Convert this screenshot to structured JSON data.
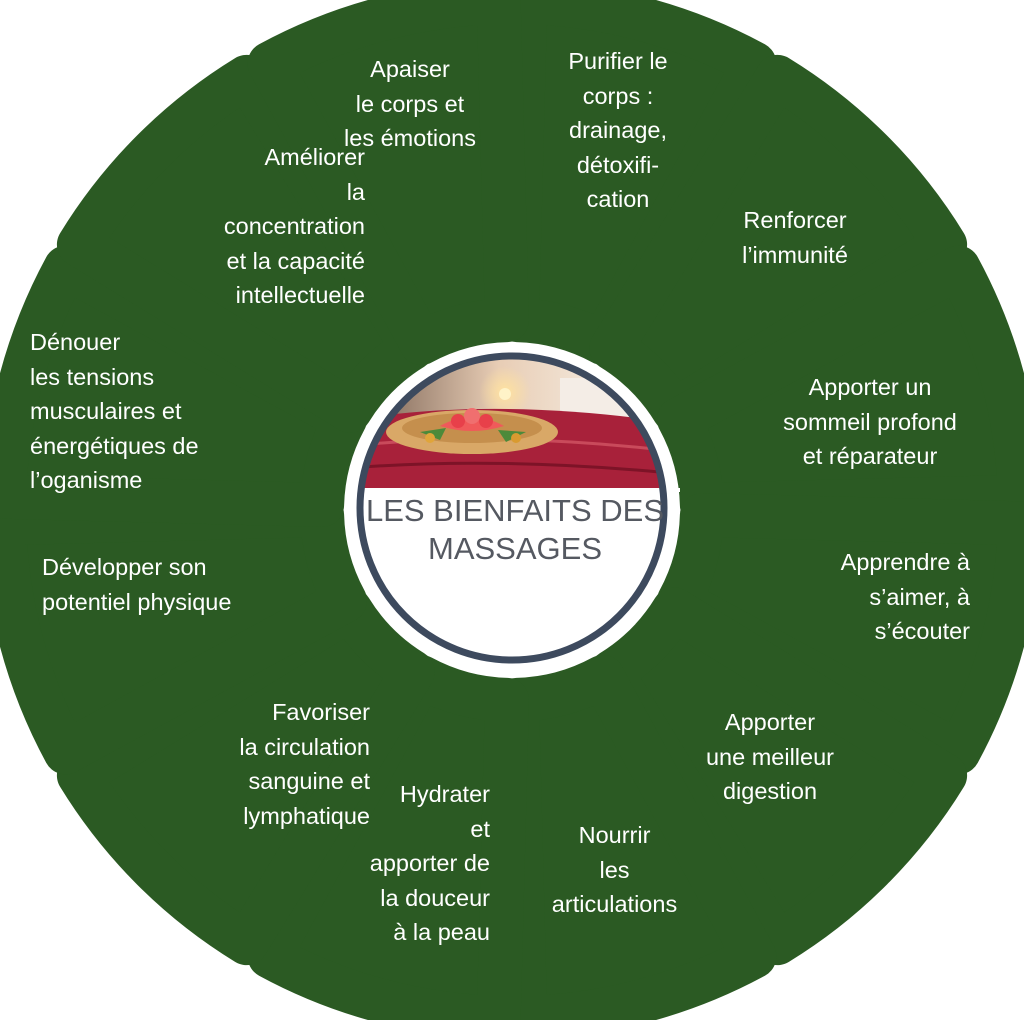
{
  "title": {
    "line1": "LES BIENFAITS DES",
    "line2": "MASSAGES"
  },
  "colors": {
    "petal": "#2b5a23",
    "ring": "#3d4a5e",
    "title_text": "#555961",
    "petal_text": "#ffffff"
  },
  "benefits": [
    {
      "lines": [
        "Apaiser",
        "le corps et",
        "les émotions"
      ]
    },
    {
      "lines": [
        "Purifier le",
        "corps :",
        "drainage,",
        "détoxifi-",
        "cation"
      ]
    },
    {
      "lines": [
        "Renforcer",
        "l’immunité"
      ]
    },
    {
      "lines": [
        "Apporter un",
        "sommeil profond",
        "et réparateur"
      ]
    },
    {
      "lines": [
        "Apprendre à",
        "s’aimer, à",
        "s’écouter"
      ]
    },
    {
      "lines": [
        "Apporter",
        "une meilleur",
        "digestion"
      ]
    },
    {
      "lines": [
        "Nourrir",
        "les",
        "articulations"
      ]
    },
    {
      "lines": [
        "Hydrater",
        "et",
        "apporter de",
        "la douceur",
        "à la peau"
      ]
    },
    {
      "lines": [
        "Favoriser",
        "la circulation",
        "sanguine et",
        "lymphatique"
      ]
    },
    {
      "lines": [
        "Développer son",
        "potentiel physique"
      ]
    },
    {
      "lines": [
        "Dénouer",
        "les tensions",
        "musculaires et",
        "énergétiques de",
        "l’oganisme"
      ]
    },
    {
      "lines": [
        "Améliorer",
        "la",
        "concentration",
        "et la capacité",
        "intellectuelle"
      ]
    }
  ]
}
